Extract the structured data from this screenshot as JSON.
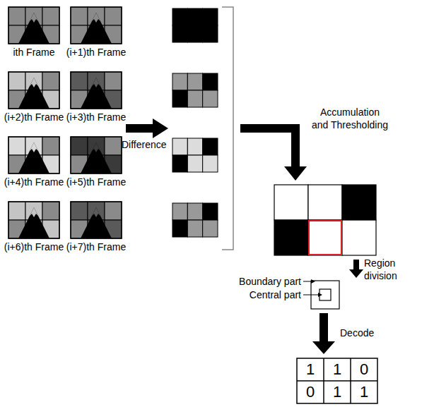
{
  "diagram": {
    "labels": [
      "ith Frame",
      "(i+1)th Frame",
      "(i+2)th Frame",
      "(i+3)th Frame",
      "(i+4)th Frame",
      "(i+5)th Frame",
      "(i+6)th Frame",
      "(i+7)th Frame",
      "Difference",
      "Accumulation and Thresholding",
      "Region division",
      "Boundary part",
      "Central part",
      "Decode",
      "1",
      "1",
      "0",
      "0",
      "1",
      "1"
    ]
  }
}
